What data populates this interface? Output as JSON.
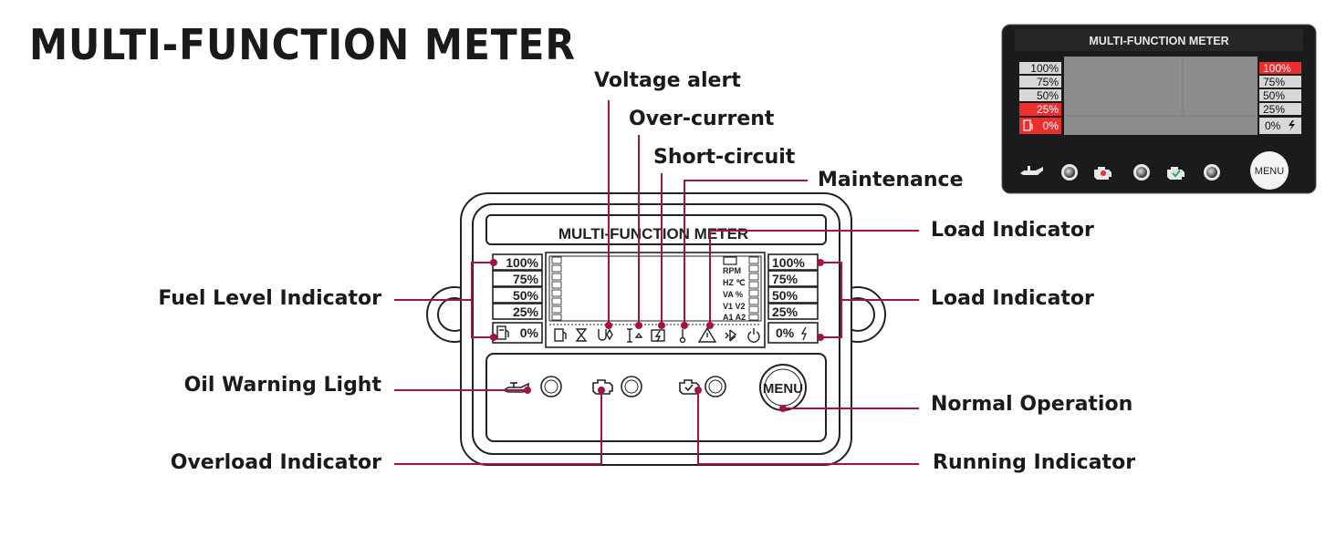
{
  "title": "MULTI-FUNCTION METER",
  "panel": {
    "header": "MULTI-FUNCTION METER",
    "fuel_levels": [
      "100%",
      "75%",
      "50%",
      "25%",
      "0%"
    ],
    "load_levels": [
      "100%",
      "75%",
      "50%",
      "25%",
      "0%"
    ],
    "right_labels": [
      "RPM",
      "HZ ℃",
      "VA %",
      "V1  V2",
      "A1  A2"
    ],
    "menu_label": "MENU"
  },
  "photo": {
    "header": "MULTI-FUNCTION METER",
    "fuel_levels": [
      "100%",
      "75%",
      "50%",
      "25%",
      "0%"
    ],
    "load_levels": [
      "100%",
      "75%",
      "50%",
      "25%",
      "0%"
    ],
    "menu_label": "MENU"
  },
  "callouts": {
    "voltage_alert": "Voltage alert",
    "over_current": "Over-current",
    "short_circuit": "Short-circuit",
    "maintenance": "Maintenance",
    "load_indicator_top": "Load Indicator",
    "load_indicator": "Load Indicator",
    "fuel_level": "Fuel Level Indicator",
    "oil_warning": "Oil Warning Light",
    "overload": "Overload Indicator",
    "normal_operation": "Normal Operation",
    "running": "Running Indicator"
  },
  "colors": {
    "leader": "#a3143c",
    "highlight": "#ee2d2d",
    "text": "#1a1a1a"
  }
}
